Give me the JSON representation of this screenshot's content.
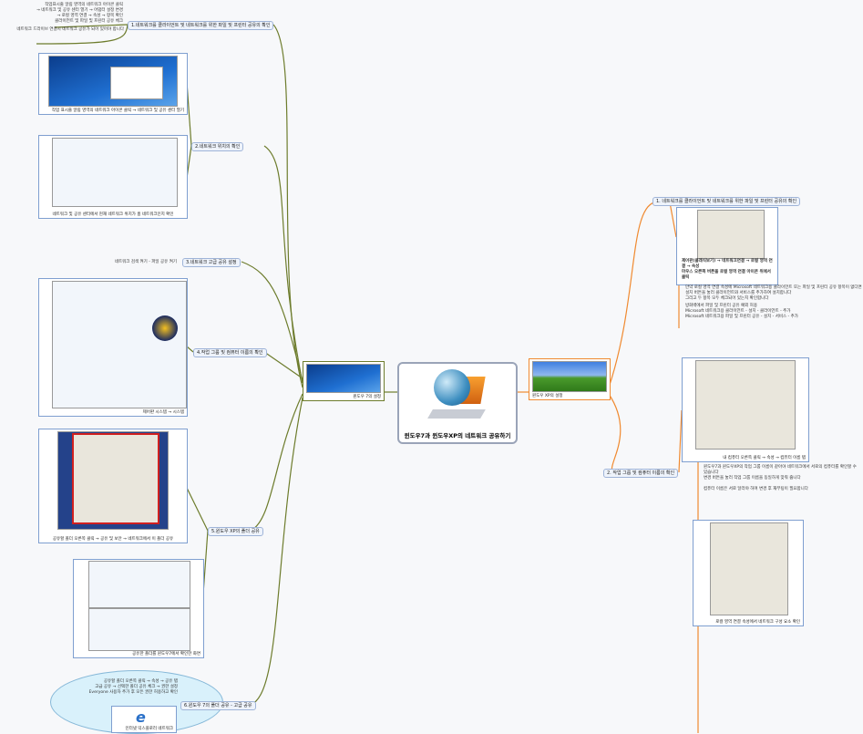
{
  "central": {
    "title": "윈도우7과 윈도우XP의 네트워크 공유하기"
  },
  "win7": {
    "label": "윈도우 7의 설정",
    "branches": [
      {
        "label": "1.네트워크를 클라이언트 및 네트워크를 위한 파일 및 프린터 공유의 확인",
        "notes": [
          "작업표시줄 알림 영역의 네트워크 아이콘 클릭",
          "→ 네트워크 및 공유 센터 열기 → 어댑터 설정 변경",
          "→ 로컬 영역 연결 → 속성 → 항목 확인",
          "클라이언트 및 파일 및 프린터 공유 체크",
          "네트워크 드라이브 연결시 네트워크 공유가 되어 있어야 합니다"
        ]
      },
      {
        "label": "2.네트워크 위치의 확인",
        "captions": [
          "작업 표시줄 알림 영역의 네트워크 아이콘 클릭 → 네트워크 및 공유 센터 열기",
          "네트워크 및 공유 센터에서 현재 네트워크 위치가 홈 네트워크인지 확인"
        ]
      },
      {
        "label": "3.네트워크 고급 공유 설정",
        "notes": [
          "네트워크 검색 켜기 - 파일 공유 켜기"
        ]
      },
      {
        "label": "4.작업 그룹 및 컴퓨터 이름의 확인",
        "captions": [
          "제어판 시스템 → 시스템"
        ]
      },
      {
        "label": "5.윈도우 XP의 폴더 공유",
        "captions": [
          "공유할 폴더 오른쪽 클릭 → 공유 및 보안 → 네트워크에서 이 폴더 공유",
          "공유한 폴더를 윈도우7에서 확인한 화면"
        ]
      },
      {
        "label": "6.윈도우 7의 폴더 공유 - 고급 공유",
        "notes": [
          "공유할 폴더 오른쪽 클릭 → 속성 → 공유 탭",
          "고급 공유 → 선택한 폴더 공유 체크 → 권한 설정",
          "Everyone 사용자 추가 후 모든 권한 허용하고 확인"
        ],
        "captions": [
          "인터넷 익스플로러 네트워크"
        ]
      }
    ]
  },
  "winxp": {
    "label": "윈도우 XP의 설정",
    "branches": [
      {
        "label": "1. 네트워크를 클라이언트 및 네트워크를 위한 파일 및 프린터 공유의 확인",
        "captions": [
          "제어판(클래식보기) → 네트워크연결 → 로컬 영역 연결 → 속성",
          "마우스 오른쪽 버튼을 로컬 영역 연결 아이콘 위에서 클릭"
        ],
        "notes": [
          "만약 로컬 영역 연결 속성에 Microsoft 네트워크용 클라이언트 또는 파일 및 프린터 공유 항목이 없다면",
          "설치 버튼을 눌러 클라이언트와 서비스를 추가하여 설치합니다",
          "그리고 두 항목 모두 체크되어 있는지 확인합니다",
          "방화벽에서 파일 및 프린터 공유 예외 허용",
          "Microsoft 네트워크용 클라이언트 - 설치 - 클라이언트 - 추가",
          "Microsoft 네트워크용 파일 및 프린터 공유 - 설치 - 서비스 - 추가"
        ]
      },
      {
        "label": "2. 작업 그룹 및 컴퓨터 이름의 확인",
        "captions": [
          "내 컴퓨터 오른쪽 클릭 → 속성 → 컴퓨터 이름 탭",
          "로컬 영역 연결 속성에서 네트워크 구성 요소 확인"
        ],
        "notes": [
          "윈도우7과 윈도우XP의 작업 그룹 이름이 같아야 네트워크에서 서로의 컴퓨터를 확인할 수 있습니다",
          "변경 버튼을 눌러 작업 그룹 이름을 동일하게 맞춰 줍니다",
          "컴퓨터 이름은 서로 달라야 하며 변경 후 재부팅이 필요합니다"
        ]
      }
    ]
  }
}
